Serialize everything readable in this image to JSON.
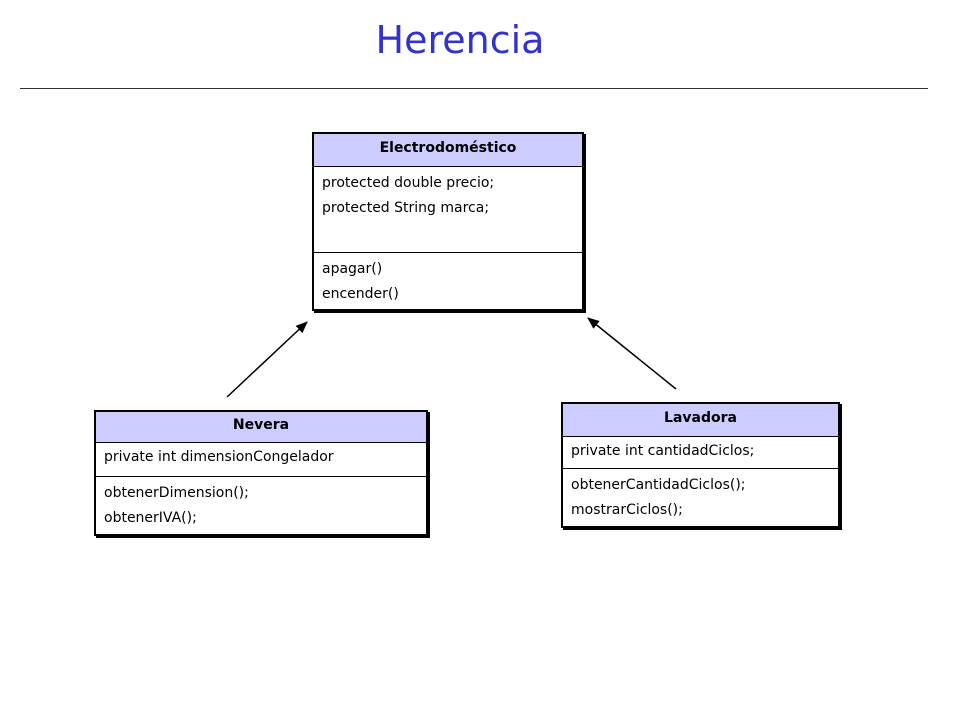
{
  "title": "Herencia",
  "classes": {
    "electrodomestico": {
      "name": "Electrodoméstico",
      "attributes": [
        "protected double precio;",
        "protected String marca;"
      ],
      "methods": [
        "apagar()",
        "encender()"
      ]
    },
    "nevera": {
      "name": "Nevera",
      "attributes": [
        "private int dimensionCongelador"
      ],
      "methods": [
        "obtenerDimension();",
        "obtenerIVA();"
      ]
    },
    "lavadora": {
      "name": "Lavadora",
      "attributes": [
        "private int cantidadCiclos;"
      ],
      "methods": [
        "obtenerCantidadCiclos();",
        "mostrarCiclos();"
      ]
    }
  },
  "relations": [
    {
      "from": "nevera",
      "to": "electrodomestico",
      "kind": "inheritance"
    },
    {
      "from": "lavadora",
      "to": "electrodomestico",
      "kind": "inheritance"
    }
  ],
  "colors": {
    "title": "#3333cc",
    "header_fill": "#ccccff",
    "border": "#000000"
  }
}
